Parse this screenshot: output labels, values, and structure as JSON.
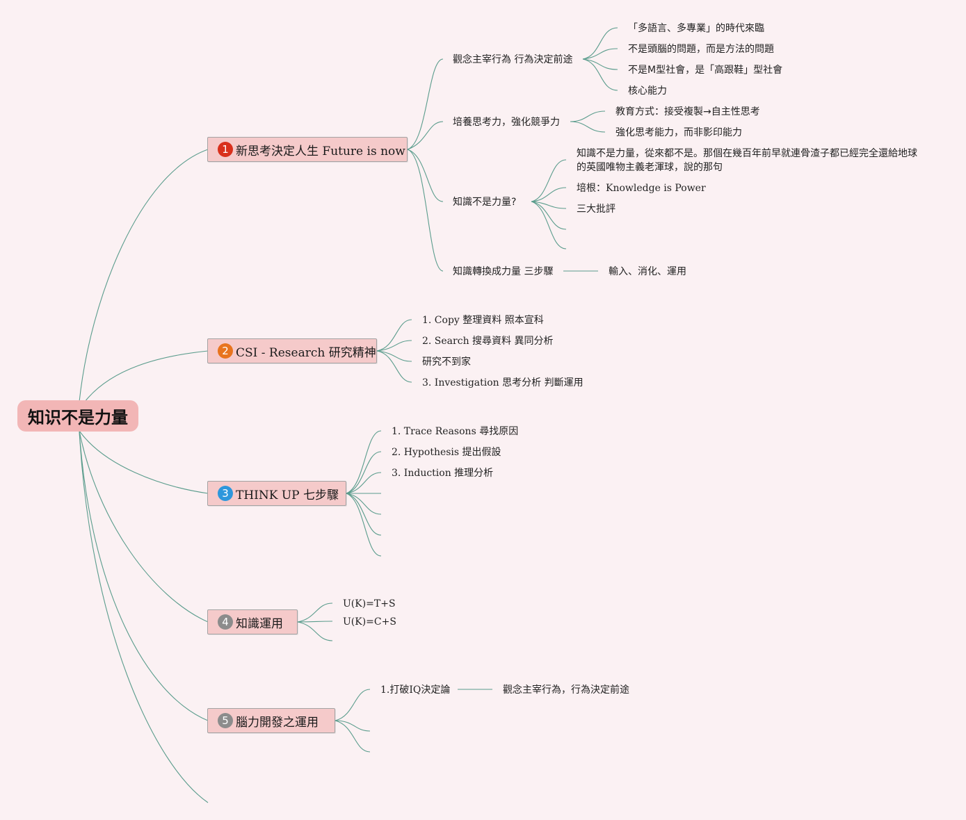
{
  "colors": {
    "background": "#fbf1f3",
    "root_fill": "#f2b6b6",
    "topic_fill": "#f5caca",
    "connector": "#5a9c8c",
    "badge_1": "#d9301c",
    "badge_2": "#e8741e",
    "badge_3": "#2d97dc",
    "badge_4": "#8c8c8c",
    "badge_5": "#8c8c8c"
  },
  "root": {
    "label": "知识不是力量"
  },
  "topics": [
    {
      "badge": "1",
      "label": "新思考決定人生 Future is now",
      "children": [
        {
          "label": "觀念主宰行為 行為決定前途",
          "children": [
            "「多語言、多專業」的時代來臨",
            "不是頭腦的問題，而是方法的問題",
            "不是M型社會，是「高跟鞋」型社會",
            "核心能力"
          ]
        },
        {
          "label": "培養思考力，強化競爭力",
          "children": [
            "教育方式：接受複製→自主性思考",
            "強化思考能力，而非影印能力"
          ]
        },
        {
          "label": "知識不是力量?",
          "children": [
            "知識不是力量，從來都不是。那個在幾百年前早就連骨渣子都已經完全還給地球的英國唯物主義老渾球，說的那句",
            "培根：Knowledge is Power",
            "三大批評"
          ]
        },
        {
          "label": "知識轉換成力量 三步驟",
          "children": [
            "輸入、消化、運用"
          ]
        }
      ]
    },
    {
      "badge": "2",
      "label": "CSI - Research 研究精神",
      "children": [
        "1. Copy 整理資料 照本宣科",
        "2. Search 搜尋資料 異同分析",
        "研究不到家",
        "3. Investigation 思考分析 判斷運用"
      ]
    },
    {
      "badge": "3",
      "label": "THINK UP 七步驟",
      "children": [
        "1. Trace Reasons 尋找原因",
        "2. Hypothesis 提出假設",
        "3. Induction 推理分析"
      ]
    },
    {
      "badge": "4",
      "label": "知識運用",
      "children": [
        "U(K)=T+S",
        "U(K)=C+S"
      ]
    },
    {
      "badge": "5",
      "label": "腦力開發之運用",
      "children": [
        {
          "label": "1.打破IQ決定論",
          "children": [
            "觀念主宰行為，行為決定前途"
          ]
        }
      ]
    }
  ]
}
